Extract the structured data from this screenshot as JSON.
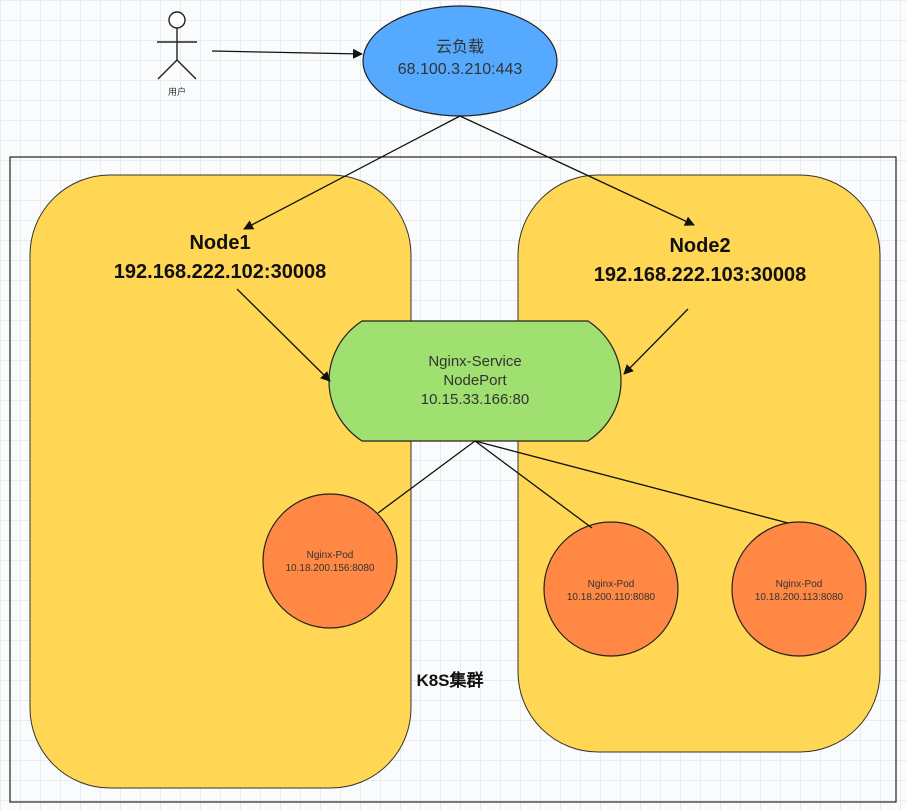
{
  "user": {
    "label": "用户"
  },
  "load_balancer": {
    "name": "云负载",
    "address": "68.100.3.210:443"
  },
  "cluster": {
    "label": "K8S集群"
  },
  "nodes": [
    {
      "name": "Node1",
      "address": "192.168.222.102:30008"
    },
    {
      "name": "Node2",
      "address": "192.168.222.103:30008"
    }
  ],
  "service": {
    "name": "Nginx-Service",
    "type": "NodePort",
    "address": "10.15.33.166:80"
  },
  "pods": [
    {
      "name": "Nginx-Pod",
      "address": "10.18.200.156:8080"
    },
    {
      "name": "Nginx-Pod",
      "address": "10.18.200.110:8080"
    },
    {
      "name": "Nginx-Pod",
      "address": "10.18.200.113:8080"
    }
  ],
  "colors": {
    "load_balancer": "#55aaff",
    "node": "#ffd754",
    "service": "#9fe070",
    "pod": "#ff8845",
    "line": "#111111"
  }
}
